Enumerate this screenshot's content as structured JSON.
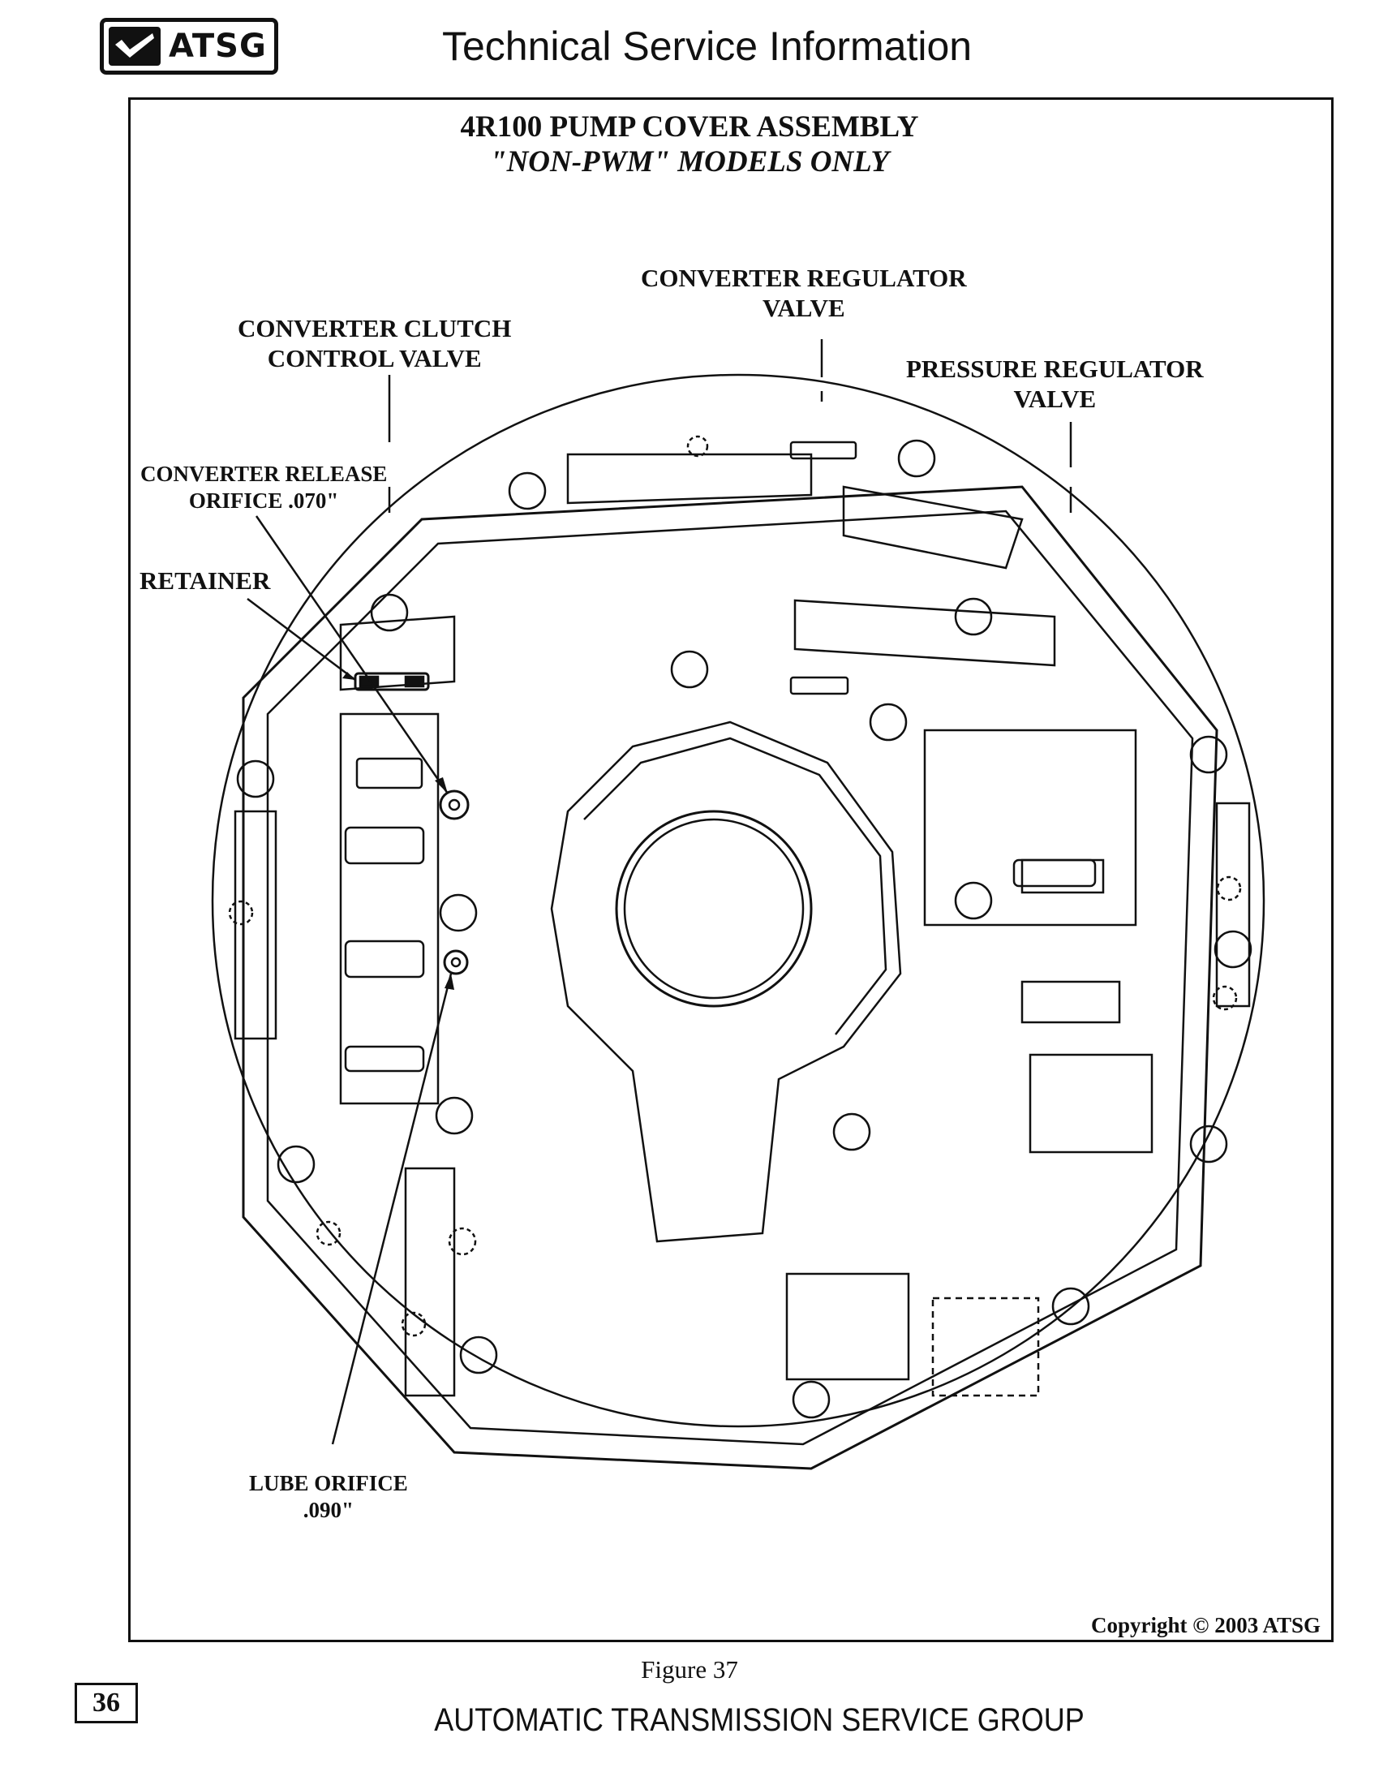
{
  "header": {
    "logo_text": "ATSG",
    "title": "Technical Service Information"
  },
  "figure": {
    "title": "4R100 PUMP COVER ASSEMBLY",
    "subtitle": "\"NON-PWM\" MODELS ONLY",
    "callouts": {
      "converter_regulator_valve": [
        "CONVERTER REGULATOR",
        "VALVE"
      ],
      "converter_clutch_control_valve": [
        "CONVERTER CLUTCH",
        "CONTROL VALVE"
      ],
      "pressure_regulator_valve": [
        "PRESSURE REGULATOR",
        "VALVE"
      ],
      "converter_release_orifice": [
        "CONVERTER RELEASE",
        "ORIFICE .070\""
      ],
      "retainer": [
        "RETAINER"
      ],
      "lube_orifice": [
        "LUBE ORIFICE",
        ".090\""
      ]
    },
    "copyright": "Copyright © 2003 ATSG",
    "caption": "Figure 37"
  },
  "footer": {
    "page_number": "36",
    "organization": "AUTOMATIC TRANSMISSION SERVICE GROUP"
  }
}
